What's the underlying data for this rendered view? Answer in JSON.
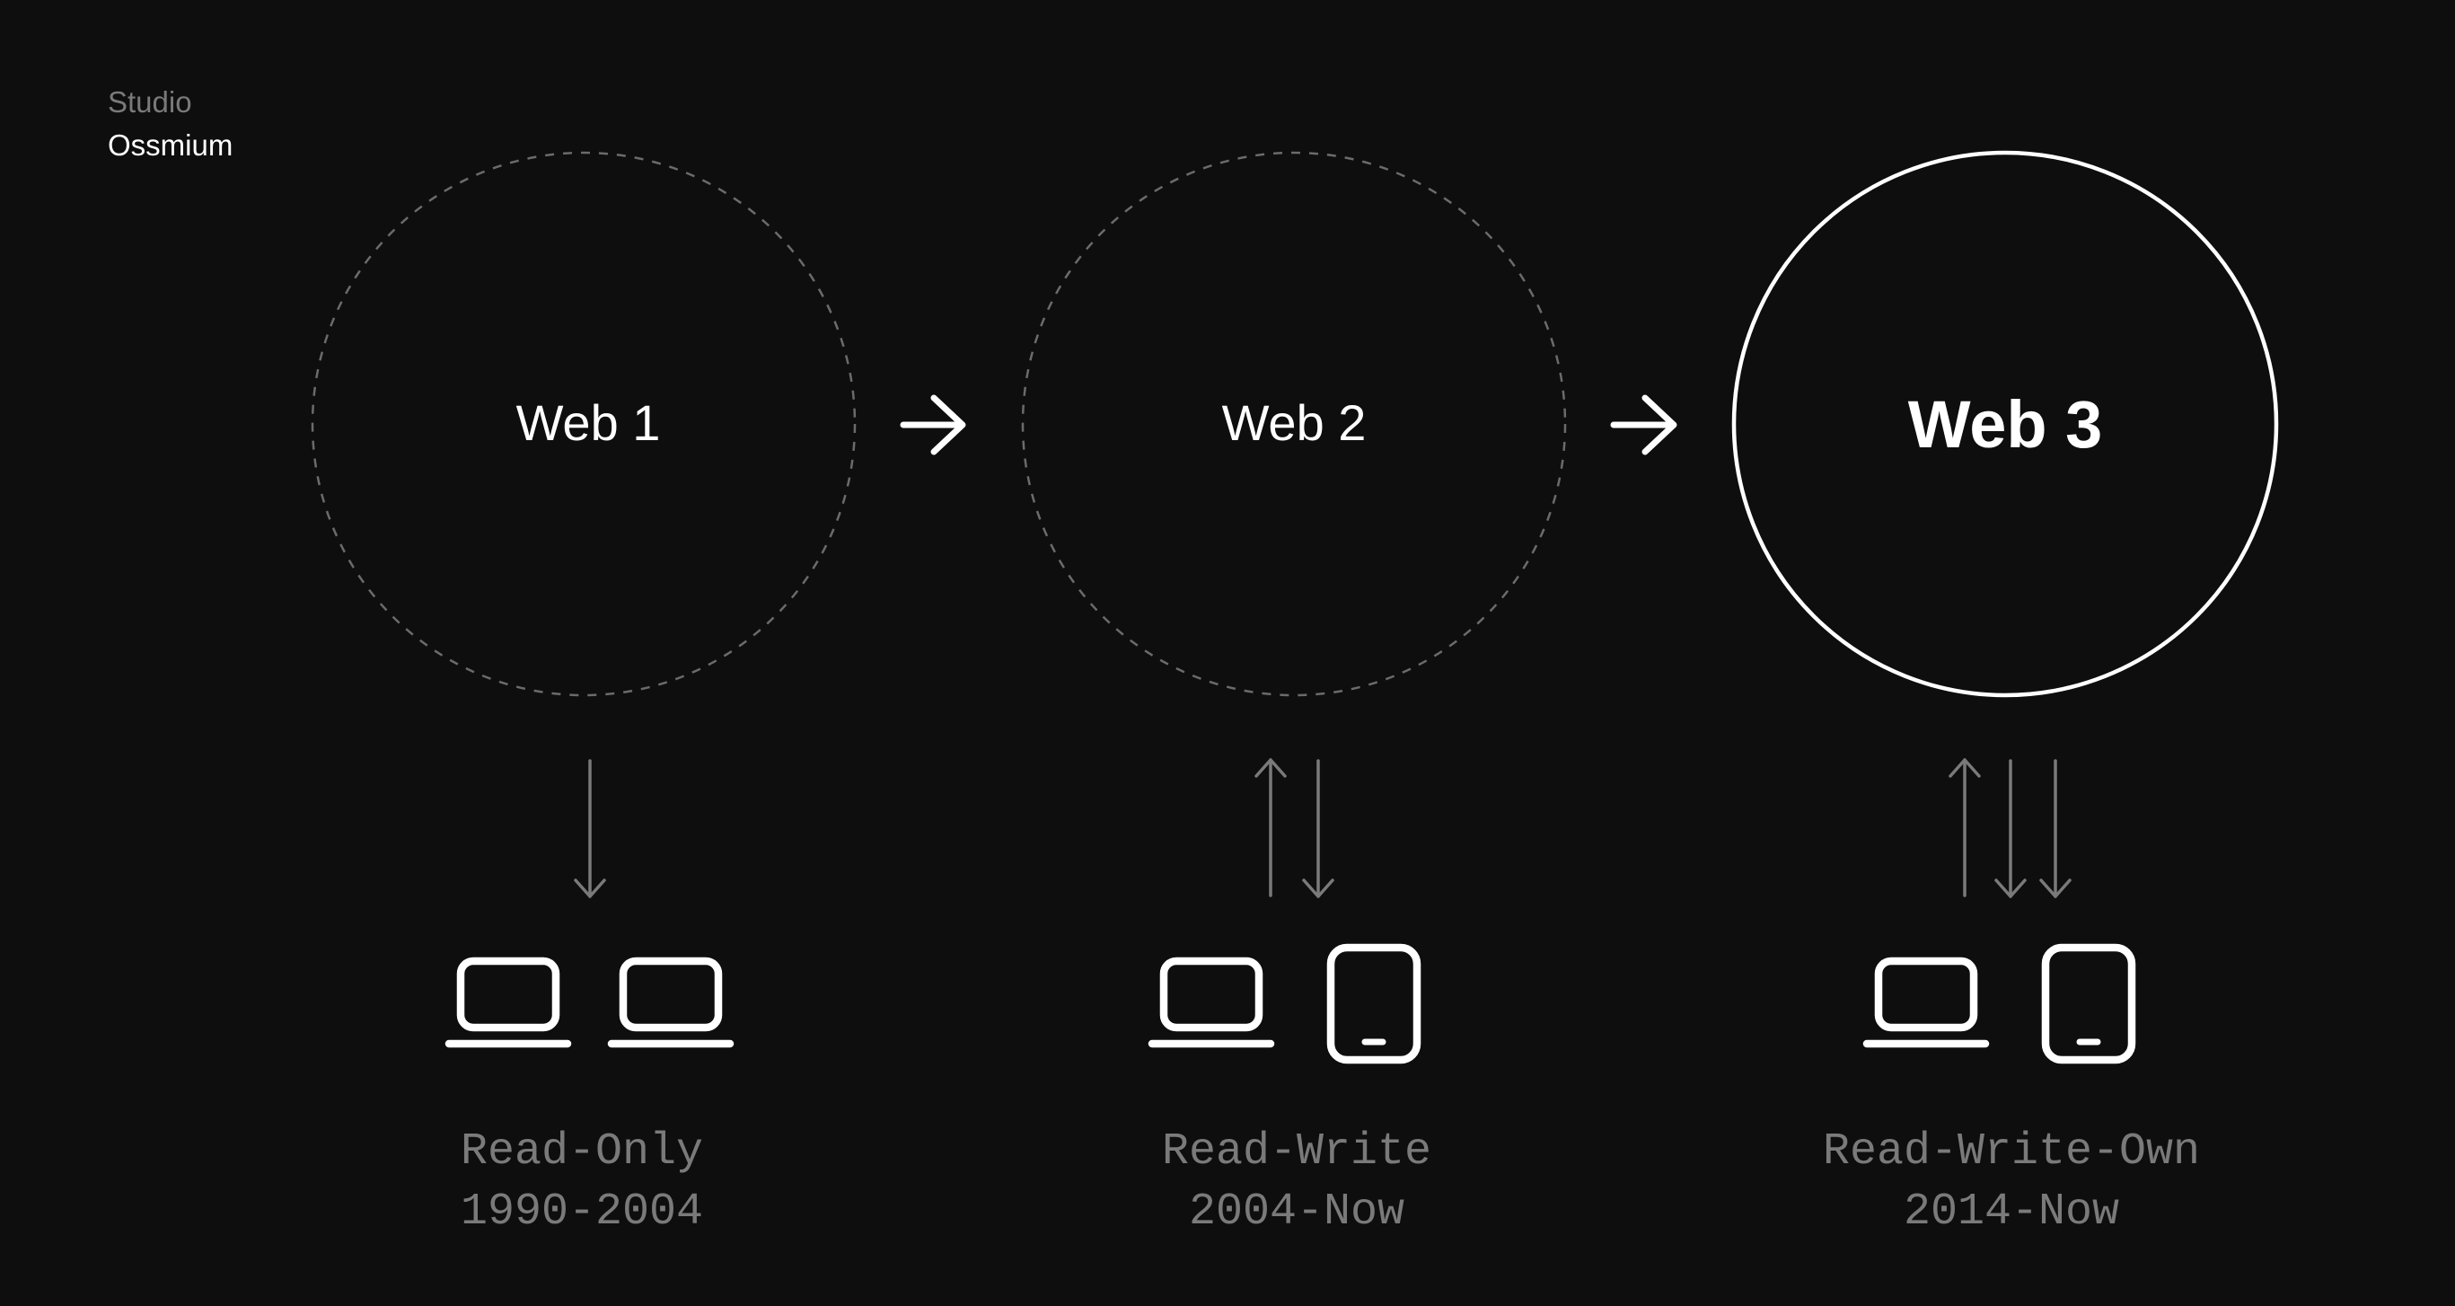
{
  "brand": {
    "line1": "Studio",
    "line2": "Ossmium"
  },
  "stages": [
    {
      "title": "Web 1",
      "mode": "Read-Only",
      "period": "1990-2004",
      "devices": [
        "laptop-icon",
        "laptop-icon"
      ],
      "arrows": [
        "down"
      ]
    },
    {
      "title": "Web 2",
      "mode": "Read-Write",
      "period": "2004-Now",
      "devices": [
        "laptop-icon",
        "tablet-icon"
      ],
      "arrows": [
        "up",
        "down"
      ]
    },
    {
      "title": "Web 3",
      "mode": "Read-Write-Own",
      "period": "2014-Now",
      "devices": [
        "laptop-icon",
        "tablet-icon"
      ],
      "arrows": [
        "up",
        "down",
        "down"
      ]
    }
  ],
  "colors": {
    "background": "#0e0e0e",
    "foreground": "#ffffff",
    "muted": "#7a7a7a",
    "dashed_circle": "#6b6b6b"
  }
}
